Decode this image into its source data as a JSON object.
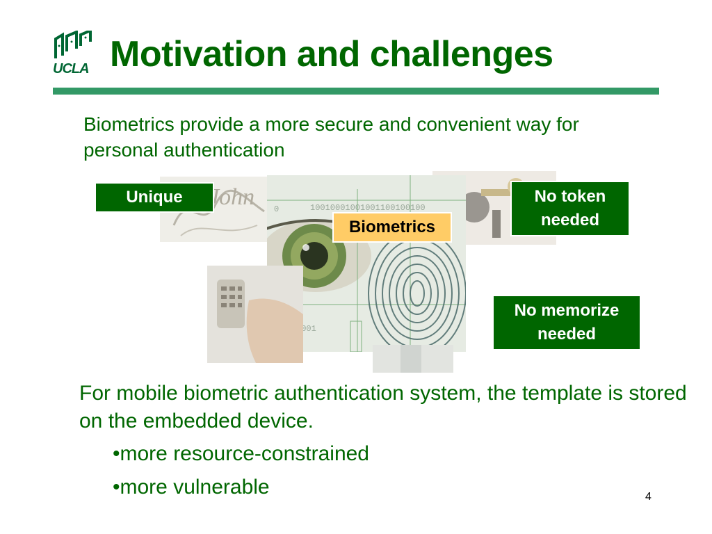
{
  "logo": {
    "text": "UCLA",
    "icon": "ucla-logo-icon"
  },
  "title": "Motivation and challenges",
  "intro": "Biometrics provide a more secure and convenient way for personal authentication",
  "boxes": {
    "unique": "Unique",
    "no_token": "No token needed",
    "biometrics": "Biometrics",
    "no_memorize": "No memorize needed"
  },
  "collage": {
    "binary_top": "10010001001001100100100",
    "binary_bottom": "001001001",
    "binary_zero": "0",
    "signature": "John"
  },
  "body": {
    "main": "For mobile biometric authentication system, the template is stored on the embedded device.",
    "bullets": [
      "•more resource-constrained",
      "•more vulnerable"
    ]
  },
  "page_number": "4",
  "colors": {
    "title_green": "#006600",
    "rule_green": "#339966",
    "box_green": "#006600",
    "highlight": "#ffcc66"
  }
}
